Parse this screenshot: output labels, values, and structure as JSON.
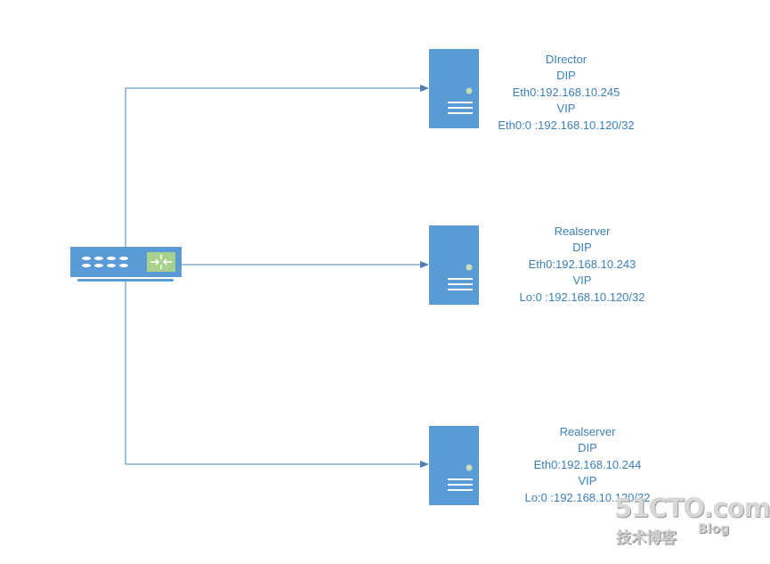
{
  "nodes": [
    {
      "lines": [
        "DIrector",
        "DIP",
        "Eth0:192.168.10.245",
        "VIP",
        "Eth0:0 :192.168.10.120/32"
      ]
    },
    {
      "lines": [
        "Realserver",
        "DIP",
        "Eth0:192.168.10.243",
        "VIP",
        "Lo:0 :192.168.10.120/32"
      ]
    },
    {
      "lines": [
        "Realserver",
        "DIP",
        "Eth0:192.168.10.244",
        "VIP",
        "Lo:0 :192.168.10.120/32"
      ]
    }
  ],
  "colors": {
    "device": "#5b9bd5",
    "device_dark": "#41719c",
    "connector": "#4a7fb0",
    "text": "#3c80b8",
    "switch_panel": "#a9d18e",
    "server_led": "#c5e0b4"
  },
  "icons": {
    "switch": "network-switch-icon",
    "server": "server-icon"
  },
  "watermark": {
    "logo": "51CTO.com",
    "sub": "技术博客",
    "blog": "Blog"
  }
}
